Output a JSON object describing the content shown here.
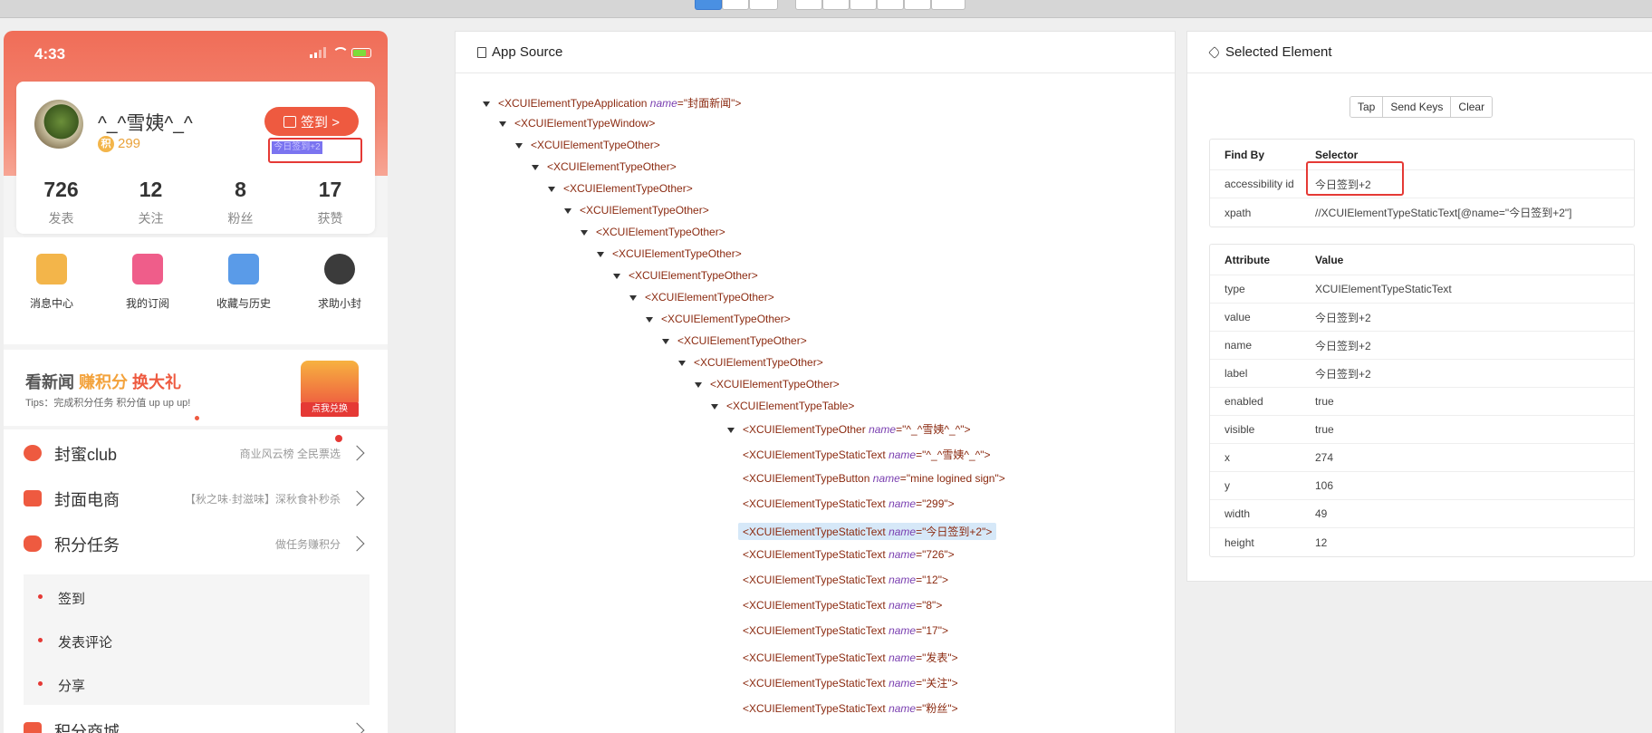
{
  "phone": {
    "time": "4:33",
    "username": "^_^雪姨^_^",
    "points_icon": "积",
    "points": "299",
    "signin_label": "签到 >",
    "signin_sub": "今日签到+2",
    "stats": [
      {
        "num": "726",
        "label": "发表"
      },
      {
        "num": "12",
        "label": "关注"
      },
      {
        "num": "8",
        "label": "粉丝"
      },
      {
        "num": "17",
        "label": "获赞"
      }
    ],
    "shortcuts": [
      {
        "label": "消息中心",
        "icon": "message-center-icon",
        "color": "#f3b54a"
      },
      {
        "label": "我的订阅",
        "icon": "subscription-icon",
        "color": "#ef5d8a"
      },
      {
        "label": "收藏与历史",
        "icon": "favorites-icon",
        "color": "#5a9be8"
      },
      {
        "label": "求助小封",
        "icon": "robot-icon",
        "color": "#3b3b3b"
      }
    ],
    "banner": {
      "t_a": "看新闻",
      "t_b": "赚积分",
      "t_c": "换大礼",
      "tips": "Tips：完成积分任务  积分值 up up up!",
      "redeem": "点我兑换"
    },
    "rows": [
      {
        "title": "封蜜club",
        "hint": "商业风云榜 全民票选",
        "icon_color": "#ee5a40"
      },
      {
        "title": "封面电商",
        "hint": "【秋之味·封滋味】深秋食补秒杀",
        "icon_color": "#ee5a40"
      },
      {
        "title": "积分任务",
        "hint": "做任务赚积分",
        "icon_color": "#ee5a40"
      }
    ],
    "subitems": [
      "签到",
      "发表评论",
      "分享"
    ],
    "last_row": "积分商城"
  },
  "source": {
    "title": "App Source",
    "attr_name": "name",
    "nodes": [
      {
        "tag": "<XCUIElementTypeApplication",
        "val": "\"封面新闻\">",
        "hasAttr": true,
        "tri": true
      },
      {
        "tag": "<XCUIElementTypeWindow>",
        "tri": true
      },
      {
        "tag": "<XCUIElementTypeOther>",
        "tri": true
      },
      {
        "tag": "<XCUIElementTypeOther>",
        "tri": true
      },
      {
        "tag": "<XCUIElementTypeOther>",
        "tri": true
      },
      {
        "tag": "<XCUIElementTypeOther>",
        "tri": true
      },
      {
        "tag": "<XCUIElementTypeOther>",
        "tri": true
      },
      {
        "tag": "<XCUIElementTypeOther>",
        "tri": true
      },
      {
        "tag": "<XCUIElementTypeOther>",
        "tri": true
      },
      {
        "tag": "<XCUIElementTypeOther>",
        "tri": true
      },
      {
        "tag": "<XCUIElementTypeOther>",
        "tri": true
      },
      {
        "tag": "<XCUIElementTypeOther>",
        "tri": true
      },
      {
        "tag": "<XCUIElementTypeOther>",
        "tri": true
      },
      {
        "tag": "<XCUIElementTypeOther>",
        "tri": true
      },
      {
        "tag": "<XCUIElementTypeTable>",
        "tri": true
      },
      {
        "tag": "<XCUIElementTypeOther",
        "val": "\"^_^雪姨^_^\">",
        "hasAttr": true,
        "tri": true
      },
      {
        "tag": "<XCUIElementTypeStaticText",
        "val": "\"^_^雪姨^_^\">",
        "hasAttr": true
      },
      {
        "tag": "<XCUIElementTypeButton",
        "val": "\"mine logined sign\">",
        "hasAttr": true
      },
      {
        "tag": "<XCUIElementTypeStaticText",
        "val": "\"299\">",
        "hasAttr": true
      },
      {
        "tag": "<XCUIElementTypeStaticText",
        "val": "\"今日签到+2\">",
        "hasAttr": true,
        "selected": true
      },
      {
        "tag": "<XCUIElementTypeStaticText",
        "val": "\"726\">",
        "hasAttr": true
      },
      {
        "tag": "<XCUIElementTypeStaticText",
        "val": "\"12\">",
        "hasAttr": true
      },
      {
        "tag": "<XCUIElementTypeStaticText",
        "val": "\"8\">",
        "hasAttr": true
      },
      {
        "tag": "<XCUIElementTypeStaticText",
        "val": "\"17\">",
        "hasAttr": true
      },
      {
        "tag": "<XCUIElementTypeStaticText",
        "val": "\"发表\">",
        "hasAttr": true
      },
      {
        "tag": "<XCUIElementTypeStaticText",
        "val": "\"关注\">",
        "hasAttr": true
      },
      {
        "tag": "<XCUIElementTypeStaticText",
        "val": "\"粉丝\">",
        "hasAttr": true
      }
    ]
  },
  "selected": {
    "title": "Selected Element",
    "actions": [
      "Tap",
      "Send Keys",
      "Clear"
    ],
    "findby_header": [
      "Find By",
      "Selector"
    ],
    "findby": [
      [
        "accessibility id",
        "今日签到+2"
      ],
      [
        "xpath",
        "//XCUIElementTypeStaticText[@name=\"今日签到+2\"]"
      ]
    ],
    "attr_header": [
      "Attribute",
      "Value"
    ],
    "attrs": [
      [
        "type",
        "XCUIElementTypeStaticText"
      ],
      [
        "value",
        "今日签到+2"
      ],
      [
        "name",
        "今日签到+2"
      ],
      [
        "label",
        "今日签到+2"
      ],
      [
        "enabled",
        "true"
      ],
      [
        "visible",
        "true"
      ],
      [
        "x",
        "274"
      ],
      [
        "y",
        "106"
      ],
      [
        "width",
        "49"
      ],
      [
        "height",
        "12"
      ]
    ]
  }
}
